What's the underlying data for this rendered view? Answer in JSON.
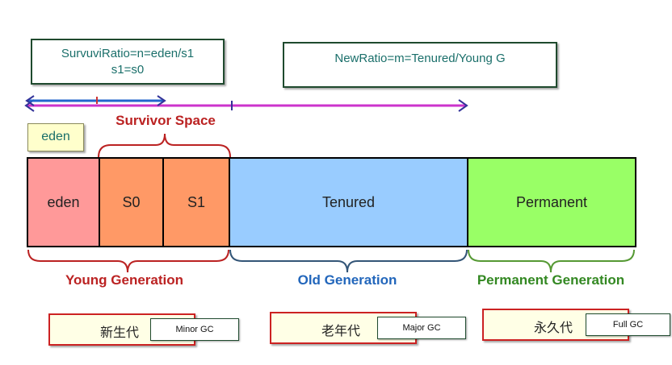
{
  "ratio_boxes": {
    "survivor_line1": "SurvuviRatio=n=eden/s1",
    "survivor_line2": "s1=s0",
    "new_ratio": "NewRatio=m=Tenured/Young G"
  },
  "labels": {
    "survivor_space": "Survivor Space",
    "eden_tag": "eden"
  },
  "cells": {
    "eden": "eden",
    "s0": "S0",
    "s1": "S1",
    "tenured": "Tenured",
    "permanent": "Permanent"
  },
  "generations": {
    "young": "Young Generation",
    "old": "Old Generation",
    "permanent": "Permanent Generation"
  },
  "gc_boxes": {
    "young_cn": "新生代",
    "young_gc": "Minor GC",
    "old_cn": "老年代",
    "old_gc": "Major GC",
    "perm_cn": "永久代",
    "perm_gc": "Full GC"
  },
  "colors": {
    "eden": "#ff9999",
    "survivor": "#ff9966",
    "tenured": "#99ccff",
    "permanent": "#99ff66",
    "young_label": "#bb2222",
    "old_label": "#2266bb",
    "perm_label": "#338822",
    "survivor_label": "#bb2222",
    "blue_arrow": "#2266cc",
    "magenta_arrow": "#cc33cc"
  }
}
